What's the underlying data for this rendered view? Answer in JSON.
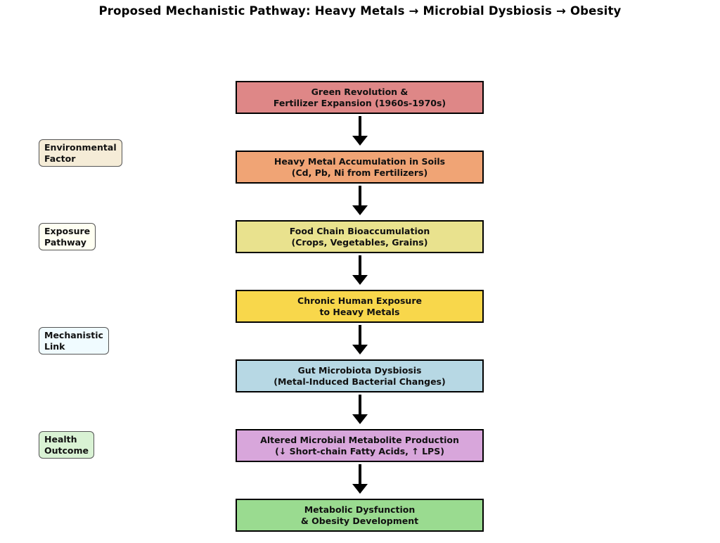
{
  "title": "Proposed Mechanistic Pathway: Heavy Metals → Microbial Dysbiosis → Obesity",
  "colors": {
    "background": "#ffffff",
    "box_border": "#000000",
    "arrow": "#000000",
    "side_label_border": "#555555"
  },
  "flow_boxes": [
    {
      "line1": "Green Revolution &",
      "line2": "Fertilizer Expansion (1960s-1970s)",
      "fill": "#de8787"
    },
    {
      "line1": "Heavy Metal Accumulation in Soils",
      "line2": "(Cd, Pb, Ni from Fertilizers)",
      "fill": "#f0a475"
    },
    {
      "line1": "Food Chain Bioaccumulation",
      "line2": "(Crops, Vegetables, Grains)",
      "fill": "#e9e28e"
    },
    {
      "line1": "Chronic Human Exposure",
      "line2": "to Heavy Metals",
      "fill": "#f8d74b"
    },
    {
      "line1": "Gut Microbiota Dysbiosis",
      "line2": "(Metal-Induced Bacterial Changes)",
      "fill": "#b7d8e4"
    },
    {
      "line1": "Altered Microbial Metabolite Production",
      "line2": "(↓ Short-chain Fatty Acids, ↑ LPS)",
      "fill": "#d8a6db"
    },
    {
      "line1": "Metabolic Dysfunction",
      "line2": "& Obesity Development",
      "fill": "#9adb90"
    }
  ],
  "side_labels": [
    {
      "line1": "Environmental",
      "line2": "Factor",
      "fill": "#f5ecd7"
    },
    {
      "line1": "Exposure",
      "line2": "Pathway",
      "fill": "#fffff2"
    },
    {
      "line1": "Mechanistic",
      "line2": "Link",
      "fill": "#f0fbff"
    },
    {
      "line1": "Health",
      "line2": "Outcome",
      "fill": "#d9f2d4"
    }
  ]
}
